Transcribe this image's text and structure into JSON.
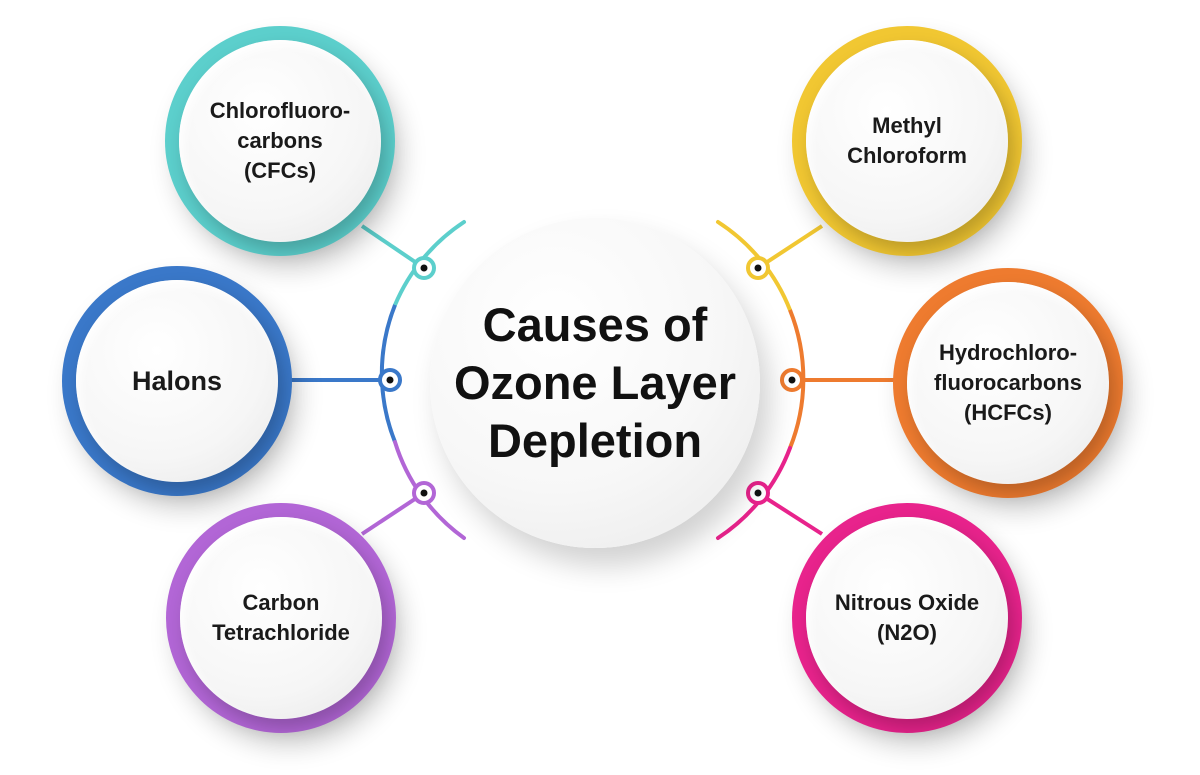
{
  "center": {
    "title": "Causes of Ozone Layer Depletion"
  },
  "causes": [
    {
      "label": "Chlorofluoro-\ncarbons\n(CFCs)",
      "color": "#5ccfcc"
    },
    {
      "label": "Halons",
      "color": "#3a78c9"
    },
    {
      "label": "Carbon\nTetrachloride",
      "color": "#b266d6"
    },
    {
      "label": "Methyl\nChloroform",
      "color": "#f1c732"
    },
    {
      "label": "Hydrochloro-\nfluorocarbons\n(HCFCs)",
      "color": "#ee7b2f"
    },
    {
      "label": "Nitrous Oxide\n(N2O)",
      "color": "#e8238c"
    }
  ]
}
